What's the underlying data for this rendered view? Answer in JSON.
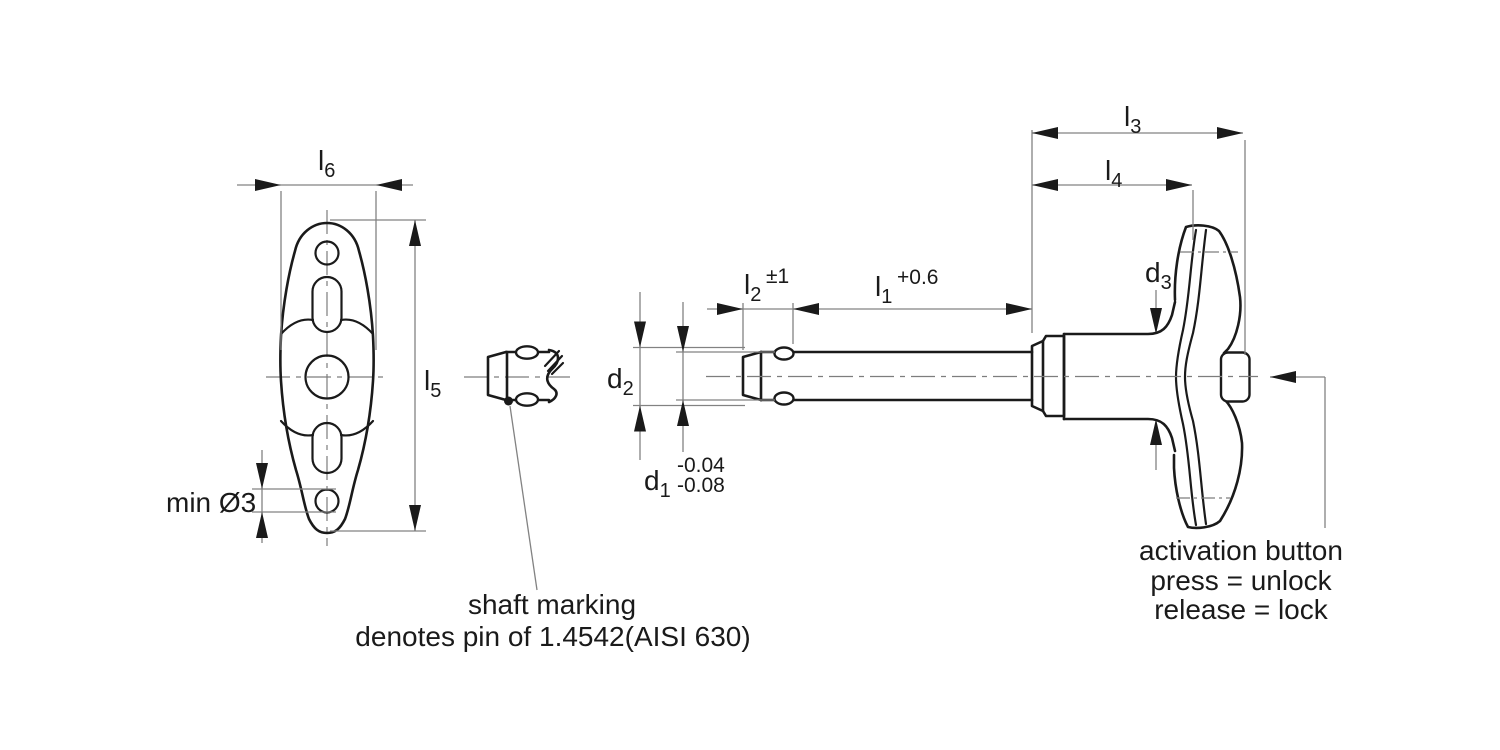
{
  "drawing": {
    "type": "engineering-drawing",
    "subject": "ball lock pin with T-handle and activation button"
  },
  "dims": {
    "l6_base": "l",
    "l6_sub": "6",
    "l5_base": "l",
    "l5_sub": "5",
    "min_bore": "min Ø3",
    "d2_base": "d",
    "d2_sub": "2",
    "d1_base": "d",
    "d1_sub": "1",
    "d1_tol_upper": "-0.04",
    "d1_tol_lower": "-0.08",
    "l2_base": "l",
    "l2_sub": "2",
    "l2_tol": "±1",
    "l1_base": "l",
    "l1_sub": "1",
    "l1_tol": "+0.6",
    "l3_base": "l",
    "l3_sub": "3",
    "l4_base": "l",
    "l4_sub": "4",
    "d3_base": "d",
    "d3_sub": "3"
  },
  "notes": {
    "shaft_marking": {
      "line1": "shaft marking",
      "line2": "denotes pin of 1.4542(AISI 630)"
    },
    "activation": {
      "line1": "activation button",
      "line2": "press = unlock",
      "line3": "release = lock"
    }
  },
  "colors": {
    "outline": "#1a1a1a",
    "dimension_lines": "#828282",
    "background": "#ffffff"
  }
}
